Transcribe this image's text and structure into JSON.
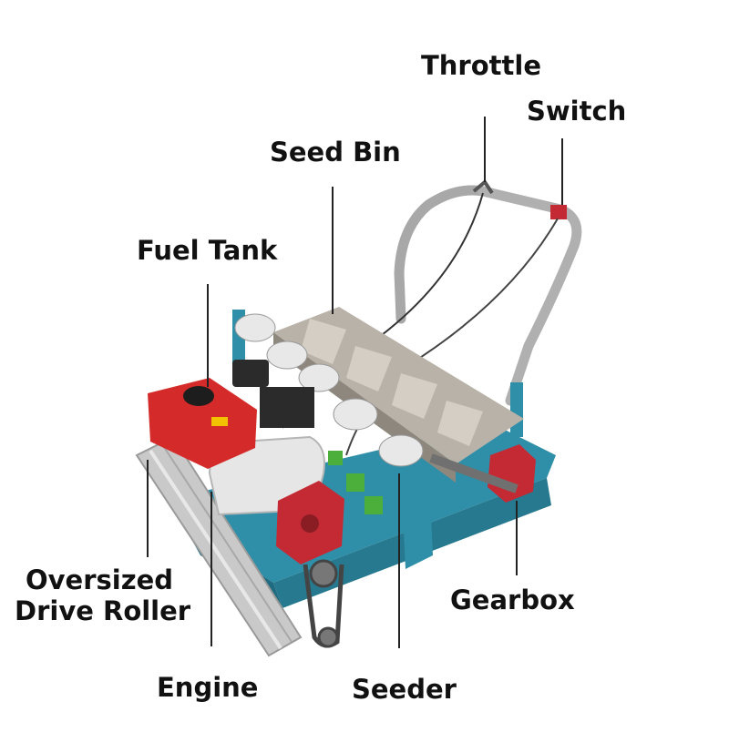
{
  "labels": {
    "throttle": "Throttle",
    "switch": "Switch",
    "seed_bin": "Seed Bin",
    "fuel_tank": "Fuel Tank",
    "oversized_drive_roller_line1": "Oversized",
    "oversized_drive_roller_line2": "Drive Roller",
    "gearbox": "Gearbox",
    "engine": "Engine",
    "seeder": "Seeder"
  },
  "colors": {
    "frame": "#2f8fa8",
    "fuel_tank": "#d42a2a",
    "gearbox": "#c42a34",
    "hopper": "#b9b2a8",
    "roller": "#c9c9c9",
    "handle": "#a8a8a8",
    "engine_cover": "#e6e6e6",
    "engine_block": "#2b2b2b",
    "seeder_green": "#4caf3c",
    "leader_line": "#222222"
  }
}
